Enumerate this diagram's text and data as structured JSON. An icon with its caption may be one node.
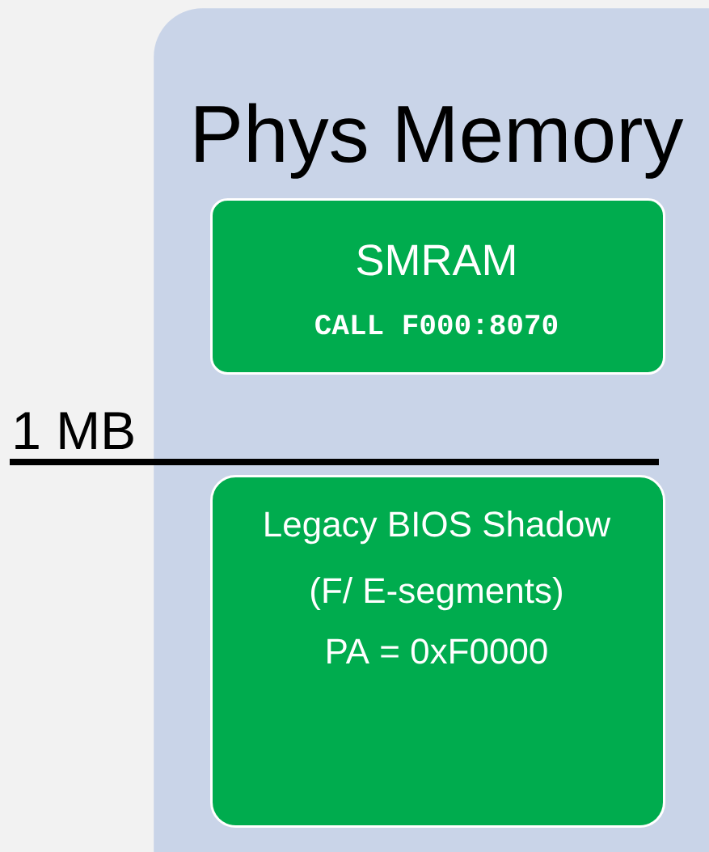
{
  "diagram": {
    "nodes": [
      {
        "text": [
          "Phys Memory"
        ]
      },
      {
        "text": [
          "SMRAM",
          "CALL F000:8070"
        ],
        "in": 0
      },
      {
        "text": [
          "Legacy BIOS Shadow",
          "(F/ E-segments)",
          "PA = 0xF0000"
        ],
        "in": 0
      }
    ],
    "labels": [
      "1 MB"
    ]
  }
}
